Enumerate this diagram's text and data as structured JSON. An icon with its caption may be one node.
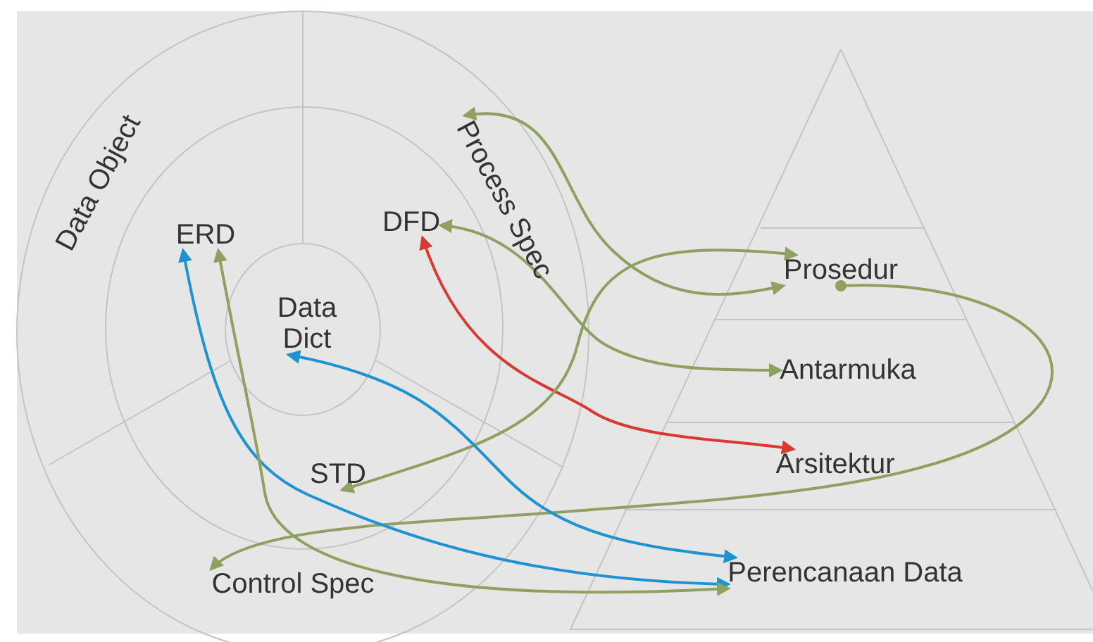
{
  "diagram": {
    "nodes": [
      {
        "text": [
          "Data Object"
        ]
      },
      {
        "text": [
          "Process Spec"
        ]
      },
      {
        "text": [
          "Control Spec"
        ]
      },
      {
        "text": [
          "ERD"
        ]
      },
      {
        "text": [
          "DFD"
        ]
      },
      {
        "text": [
          "STD"
        ]
      },
      {
        "text": [
          "Data Dict"
        ]
      },
      {
        "text": [
          "Prosedur"
        ]
      },
      {
        "text": [
          "Antarmuka"
        ]
      },
      {
        "text": [
          "Arsitektur"
        ]
      },
      {
        "text": [
          "Perencanaan Data"
        ]
      }
    ],
    "edges": [
      {
        "from": 1,
        "to": 7,
        "arrow": "both"
      },
      {
        "from": 4,
        "to": 8,
        "arrow": "both"
      },
      {
        "from": 4,
        "to": 9,
        "arrow": "both",
        "color": "#d63a32"
      },
      {
        "from": 5,
        "to": 7,
        "arrow": "both"
      },
      {
        "from": 7,
        "to": 2,
        "arrow": "to"
      },
      {
        "from": 3,
        "to": 10,
        "arrow": "both",
        "color": "#1f93d2"
      },
      {
        "from": 6,
        "to": 10,
        "arrow": "both",
        "color": "#1f93d2"
      },
      {
        "from": 3,
        "to": 10,
        "arrow": "both"
      }
    ]
  }
}
